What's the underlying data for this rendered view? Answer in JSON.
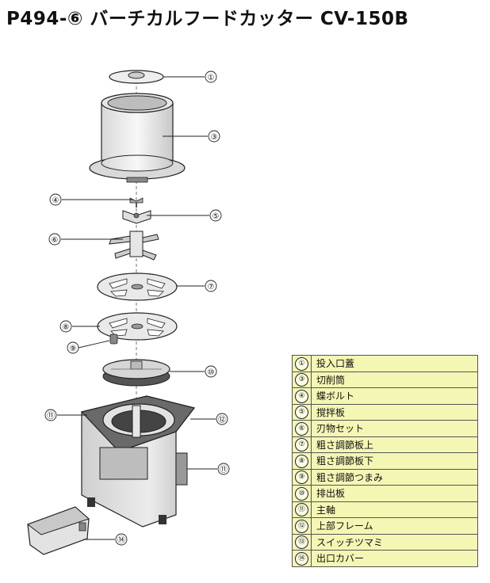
{
  "title": "P494-⑥ バーチカルフードカッター CV-150B",
  "callouts": {
    "c1": "①",
    "c3": "③",
    "c4": "④",
    "c5": "⑤",
    "c6": "⑥",
    "c7": "⑦",
    "c8": "⑧",
    "c9": "⑨",
    "c10": "⑩",
    "c11a": "⑪",
    "c12": "⑫",
    "c11b": "⑪",
    "c14": "⑭"
  },
  "parts": [
    {
      "num": "①",
      "name": "投入口蓋"
    },
    {
      "num": "③",
      "name": "切削筒"
    },
    {
      "num": "④",
      "name": "蝶ボルト"
    },
    {
      "num": "⑤",
      "name": "撹拌板"
    },
    {
      "num": "⑥",
      "name": "刃物セット"
    },
    {
      "num": "⑦",
      "name": "粗さ調節板上"
    },
    {
      "num": "⑧",
      "name": "粗さ調節板下"
    },
    {
      "num": "⑨",
      "name": "粗さ調節つまみ"
    },
    {
      "num": "⑩",
      "name": "排出板"
    },
    {
      "num": "⑪",
      "name": "主軸"
    },
    {
      "num": "⑫",
      "name": "上部フレーム"
    },
    {
      "num": "⑬",
      "name": "スイッチツマミ"
    },
    {
      "num": "⑭",
      "name": "出口カバー"
    }
  ],
  "colors": {
    "legend_bg": "#f4f6b4",
    "line": "#222222"
  }
}
